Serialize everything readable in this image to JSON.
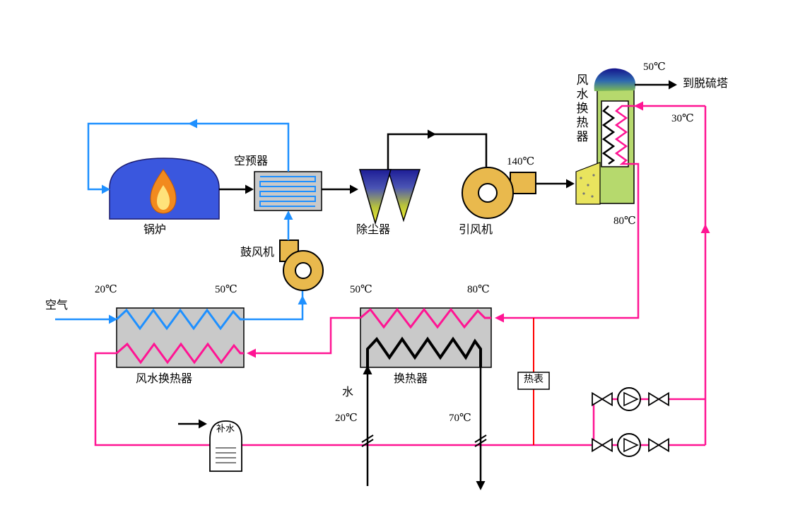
{
  "diagram": {
    "type": "process-flow",
    "description": "boiler-flue-gas-heat-recovery-system",
    "components": {
      "air_inlet": {
        "label": "空气"
      },
      "boiler": {
        "label": "锅炉"
      },
      "air_preheater": {
        "label": "空预器"
      },
      "forced_draft_fan": {
        "label": "鼓风机"
      },
      "dust_collector": {
        "label": "除尘器"
      },
      "induced_draft_fan": {
        "label": "引风机",
        "outlet_temp": "140℃"
      },
      "flue_gas_hx": {
        "label": "风水换热器",
        "gas_out_temp": "50℃",
        "gas_out_dest": "到脱硫塔",
        "water_in_temp": "30℃",
        "water_out_temp": "80℃"
      },
      "air_water_hx": {
        "label": "风水换热器",
        "air_in_temp": "20℃",
        "air_out_temp": "50℃"
      },
      "water_hx": {
        "label": "换热器",
        "hot_in_temp": "80℃",
        "hot_out_temp": "50℃",
        "water_label": "水",
        "water_in_temp": "20℃",
        "water_out_temp": "70℃"
      },
      "heat_meter": {
        "label": "热表"
      },
      "makeup_tank": {
        "label": "补水"
      }
    },
    "colors": {
      "air_line": "#1E90FF",
      "hot_water_line": "#FF1493",
      "flue_line": "#000000",
      "meter_line": "#FF0000",
      "fan_fill": "#E9B94D",
      "boiler_fill": "#3A57DE",
      "hx_box_fill": "#C9C9C9",
      "unit_green": "#B6D96D"
    }
  }
}
